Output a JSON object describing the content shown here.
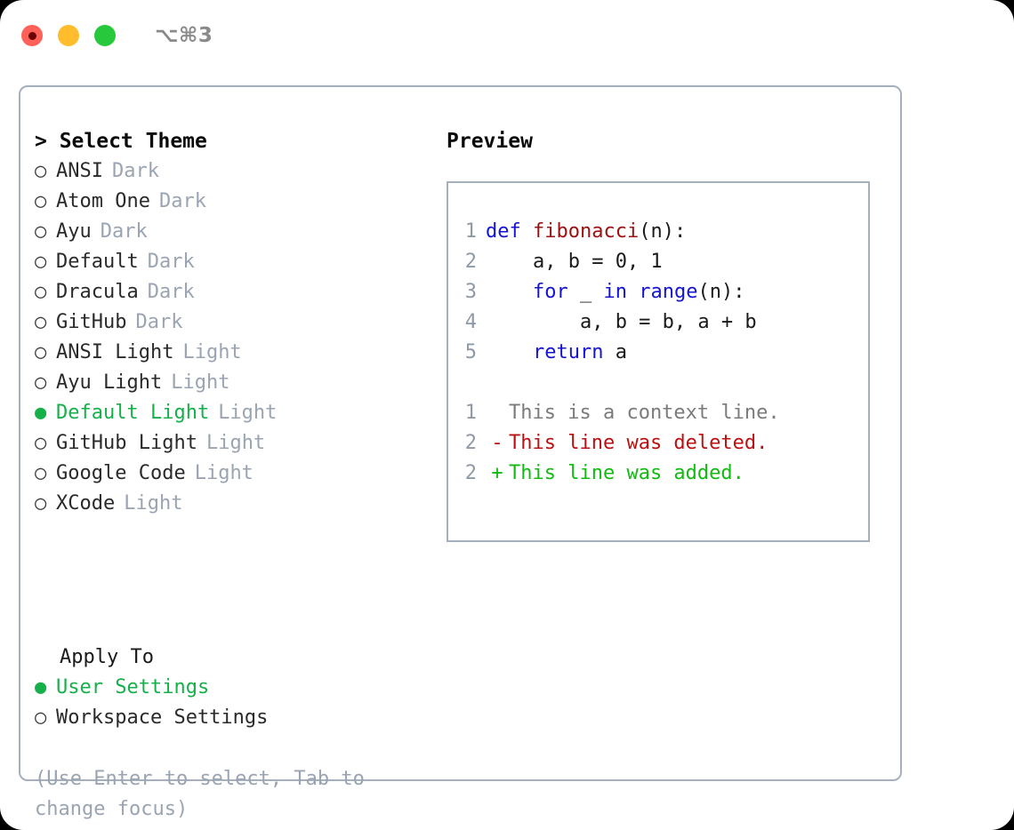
{
  "titlebar": {
    "shortcut": "⌥⌘3",
    "lights": [
      {
        "name": "close",
        "color": "#ff6158"
      },
      {
        "name": "minimize",
        "color": "#ffbd2e"
      },
      {
        "name": "maximize",
        "color": "#28c83c"
      }
    ]
  },
  "theme_list": {
    "header": "> Select Theme",
    "bullet_unselected": "○",
    "bullet_selected": "●",
    "items": [
      {
        "name": "ANSI",
        "kind": "Dark",
        "selected": false
      },
      {
        "name": "Atom One",
        "kind": "Dark",
        "selected": false
      },
      {
        "name": "Ayu",
        "kind": "Dark",
        "selected": false
      },
      {
        "name": "Default",
        "kind": "Dark",
        "selected": false
      },
      {
        "name": "Dracula",
        "kind": "Dark",
        "selected": false
      },
      {
        "name": "GitHub",
        "kind": "Dark",
        "selected": false
      },
      {
        "name": "ANSI Light",
        "kind": "Light",
        "selected": false
      },
      {
        "name": "Ayu Light",
        "kind": "Light",
        "selected": false
      },
      {
        "name": "Default Light",
        "kind": "Light",
        "selected": true
      },
      {
        "name": "GitHub Light",
        "kind": "Light",
        "selected": false
      },
      {
        "name": "Google Code",
        "kind": "Light",
        "selected": false
      },
      {
        "name": "XCode",
        "kind": "Light",
        "selected": false
      }
    ]
  },
  "apply_to": {
    "header": "Apply To",
    "options": [
      {
        "label": "User Settings",
        "selected": true
      },
      {
        "label": "Workspace Settings",
        "selected": false
      }
    ]
  },
  "hint": "(Use Enter to select, Tab to change focus)",
  "preview": {
    "title": "Preview",
    "code": [
      {
        "lineno": "1",
        "tokens": [
          {
            "t": "def",
            "c": "kw"
          },
          {
            "t": " ",
            "c": "plain"
          },
          {
            "t": "fibonacci",
            "c": "fn"
          },
          {
            "t": "(n):",
            "c": "plain"
          }
        ]
      },
      {
        "lineno": "2",
        "tokens": [
          {
            "t": "    a, b = 0, 1",
            "c": "plain"
          }
        ]
      },
      {
        "lineno": "3",
        "tokens": [
          {
            "t": "    ",
            "c": "plain"
          },
          {
            "t": "for",
            "c": "kw"
          },
          {
            "t": " _ ",
            "c": "plain"
          },
          {
            "t": "in",
            "c": "kw"
          },
          {
            "t": " ",
            "c": "plain"
          },
          {
            "t": "range",
            "c": "kw"
          },
          {
            "t": "(n):",
            "c": "plain"
          }
        ]
      },
      {
        "lineno": "4",
        "tokens": [
          {
            "t": "        a, b = b, a + b",
            "c": "plain"
          }
        ]
      },
      {
        "lineno": "5",
        "tokens": [
          {
            "t": "    ",
            "c": "plain"
          },
          {
            "t": "return",
            "c": "kw"
          },
          {
            "t": " a",
            "c": "plain"
          }
        ]
      }
    ],
    "diff": [
      {
        "lineno": "1",
        "mark": " ",
        "text": "This is a context line.",
        "type": "context"
      },
      {
        "lineno": "2",
        "mark": "-",
        "text": "This line was deleted.",
        "type": "deleted"
      },
      {
        "lineno": "2",
        "mark": "+",
        "text": "This line was added.",
        "type": "added"
      }
    ]
  },
  "colors": {
    "accent_green": "#16b04a",
    "border": "#a6b0bc",
    "muted": "#9aa4b2",
    "keyword": "#1414d4",
    "function": "#9c1010",
    "diff_add": "#12bb12",
    "diff_del": "#bb1111"
  }
}
